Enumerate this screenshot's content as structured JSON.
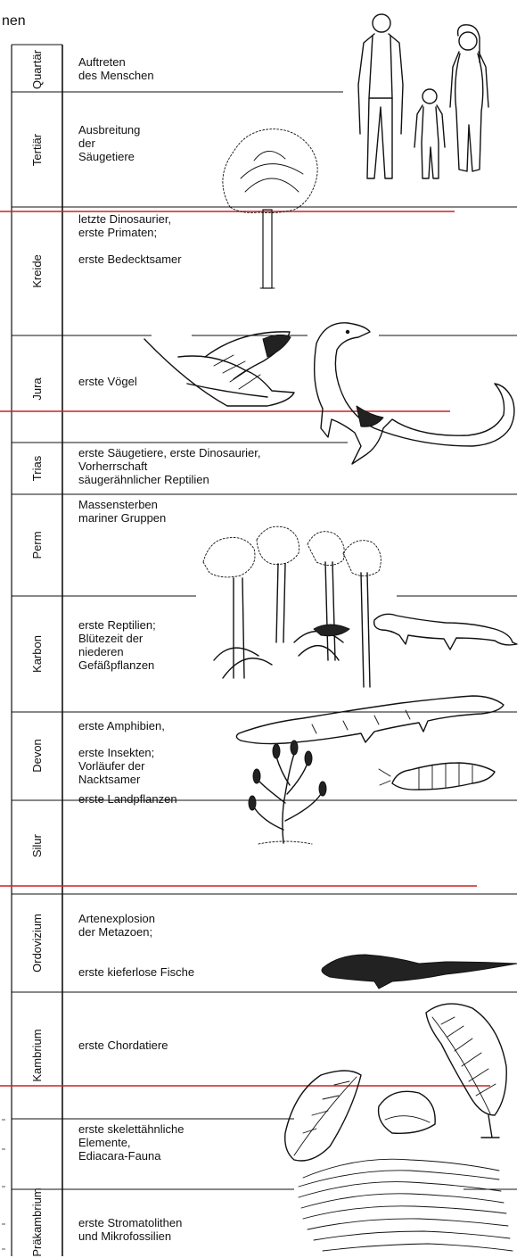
{
  "header": {
    "fragment": "nen"
  },
  "periods": [
    {
      "name": "Quartär",
      "lines": [
        "Auftreten",
        "des Menschen"
      ]
    },
    {
      "name": "Tertiär",
      "lines": [
        "Ausbreitung",
        "der",
        "Säugetiere"
      ]
    },
    {
      "name": "Kreide",
      "lines": [
        "letzte Dinosaurier,",
        "erste Primaten;",
        "",
        "erste Bedecktsamer"
      ]
    },
    {
      "name": "Jura",
      "lines": [
        "erste Vögel"
      ]
    },
    {
      "name": "Trias",
      "lines": [
        "erste Säugetiere, erste Dinosaurier,",
        "Vorherrschaft",
        "säugerähnlicher Reptilien"
      ]
    },
    {
      "name": "Perm",
      "lines": [
        "Massensterben",
        "mariner Gruppen"
      ]
    },
    {
      "name": "Karbon",
      "lines": [
        "erste Reptilien;",
        "Blütezeit der",
        "niederen",
        "Gefäßpflanzen"
      ]
    },
    {
      "name": "Devon",
      "lines": [
        "erste Amphibien,",
        "",
        "erste Insekten;",
        "Vorläufer der",
        "Nacktsamer"
      ]
    },
    {
      "name": "Silur",
      "lines": [
        "erste Landpflanzen"
      ]
    },
    {
      "name": "Ordovizium",
      "lines": [
        "Artenexplosion",
        "der Metazoen;",
        "",
        "",
        "erste kieferlose Fische"
      ]
    },
    {
      "name": "Kambrium",
      "lines": [
        "erste Chordatiere"
      ]
    },
    {
      "name": "Präkambrium",
      "lines": [
        "erste skelettähnliche",
        "Elemente,",
        "Ediacara-Fauna",
        "",
        "",
        "",
        "",
        "erste Stromatolithen",
        "und Mikrofossilien"
      ]
    }
  ],
  "colors": {
    "ink": "#111111",
    "marker": "#cc2222"
  },
  "icons": [
    "humans-icon",
    "tree-icon",
    "bird-icon",
    "dinosaur-icon",
    "fern-trees-icon",
    "lizard-icon",
    "amphibian-icon",
    "plant-icon",
    "insect-icon",
    "fish-icon",
    "leaf-fossil-icon",
    "shell-icon",
    "stromatolite-icon"
  ]
}
